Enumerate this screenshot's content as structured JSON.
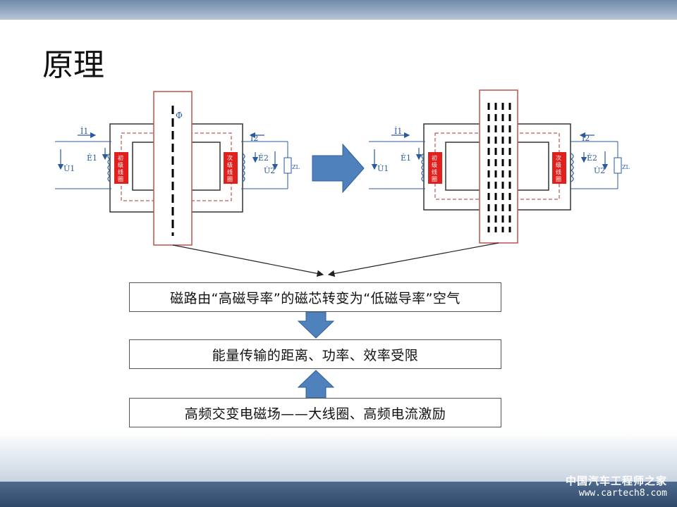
{
  "slide": {
    "title": "原理",
    "diagram": {
      "primary_coil_label": [
        "初",
        "级",
        "线",
        "圈"
      ],
      "secondary_coil_label": [
        "次",
        "级",
        "线",
        "圈"
      ],
      "flux_symbol": "Φ̇",
      "current1": "İ1",
      "current2": "İ2",
      "emf1": "Ė1",
      "emf2": "Ė2",
      "voltage1": "U̇1",
      "voltage2": "U̇2",
      "load": "ZL"
    },
    "flow": {
      "step1": "磁路由“高磁导率”的磁芯转变为“低磁导率”空气",
      "step2": "能量传输的距离、功率、效率受限",
      "step3": "高频交变电磁场——大线圈、高频电流激励"
    },
    "watermark": {
      "name": "中国汽车工程师之家",
      "url": "www.cartech8.com"
    }
  },
  "colors": {
    "accent_blue": "#4f81bd",
    "highlight_red": "#c0504d",
    "coil_red": "#e0201c",
    "label_blue": "#2a5aa0"
  }
}
